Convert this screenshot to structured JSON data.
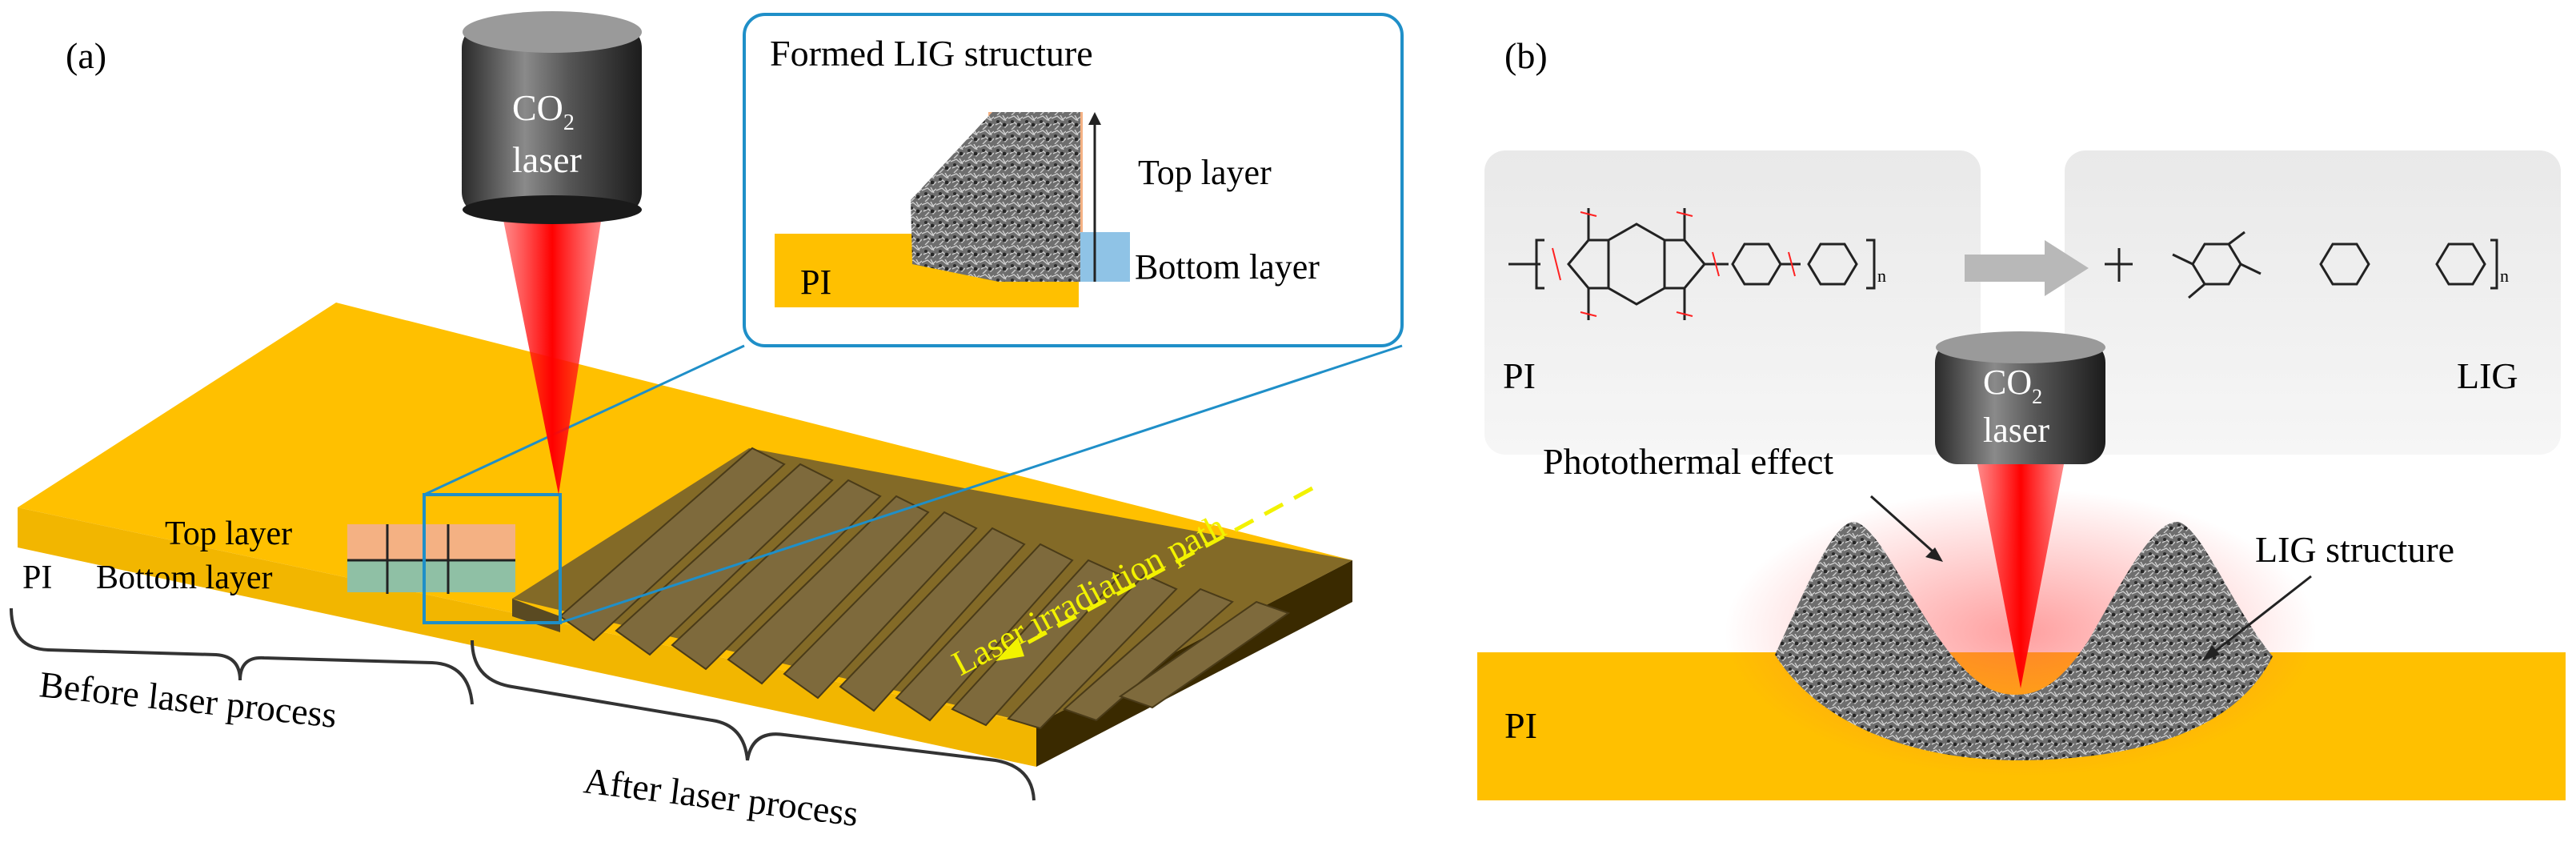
{
  "panel_a": {
    "label": "(a)",
    "laser_label_line1": "CO",
    "laser_label_sub": "2",
    "laser_label_line2": "laser",
    "inset_title": "Formed LIG structure",
    "inset_top_layer": "Top layer",
    "inset_bottom_layer": "Bottom layer",
    "inset_pi": "PI",
    "top_layer": "Top layer",
    "bottom_layer": "Bottom layer",
    "pi": "PI",
    "path_label": "Laser irradiation path",
    "before_label": "Before laser process",
    "after_label": "After laser process"
  },
  "panel_b": {
    "label": "(b)",
    "pi_label": "PI",
    "lig_label": "LIG",
    "laser_label_line1": "CO",
    "laser_label_sub": "2",
    "laser_label_line2": "laser",
    "photothermal": "Photothermal effect",
    "lig_structure": "LIG structure",
    "pi_base": "PI",
    "subscript_n": "n"
  },
  "colors": {
    "pi_orange": "#FFC000",
    "pi_dark": "#3a2a00",
    "laser_red": "#ff1a1a",
    "inset_border": "#1f8fc8",
    "top_layer_fill": "#f7b183",
    "bottom_layer_fill": "#8fc3e6",
    "path_yellow": "#f2f200"
  }
}
